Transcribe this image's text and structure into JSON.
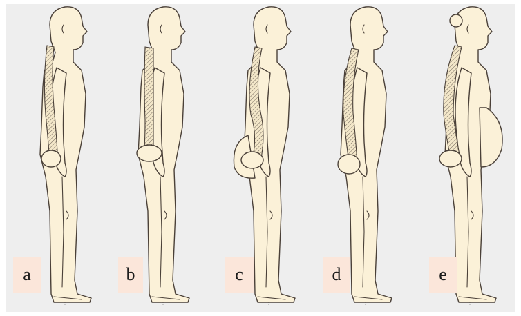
{
  "figure": {
    "panels": [
      {
        "label": "a",
        "posture": "posture-a"
      },
      {
        "label": "b",
        "posture": "posture-b"
      },
      {
        "label": "c",
        "posture": "posture-c"
      },
      {
        "label": "d",
        "posture": "posture-d"
      },
      {
        "label": "e",
        "posture": "posture-e"
      }
    ]
  },
  "colors": {
    "background": "#eeeeee",
    "skin": "#fbf1d8",
    "outline": "#4a4038",
    "label_box": "#fbe6da"
  }
}
